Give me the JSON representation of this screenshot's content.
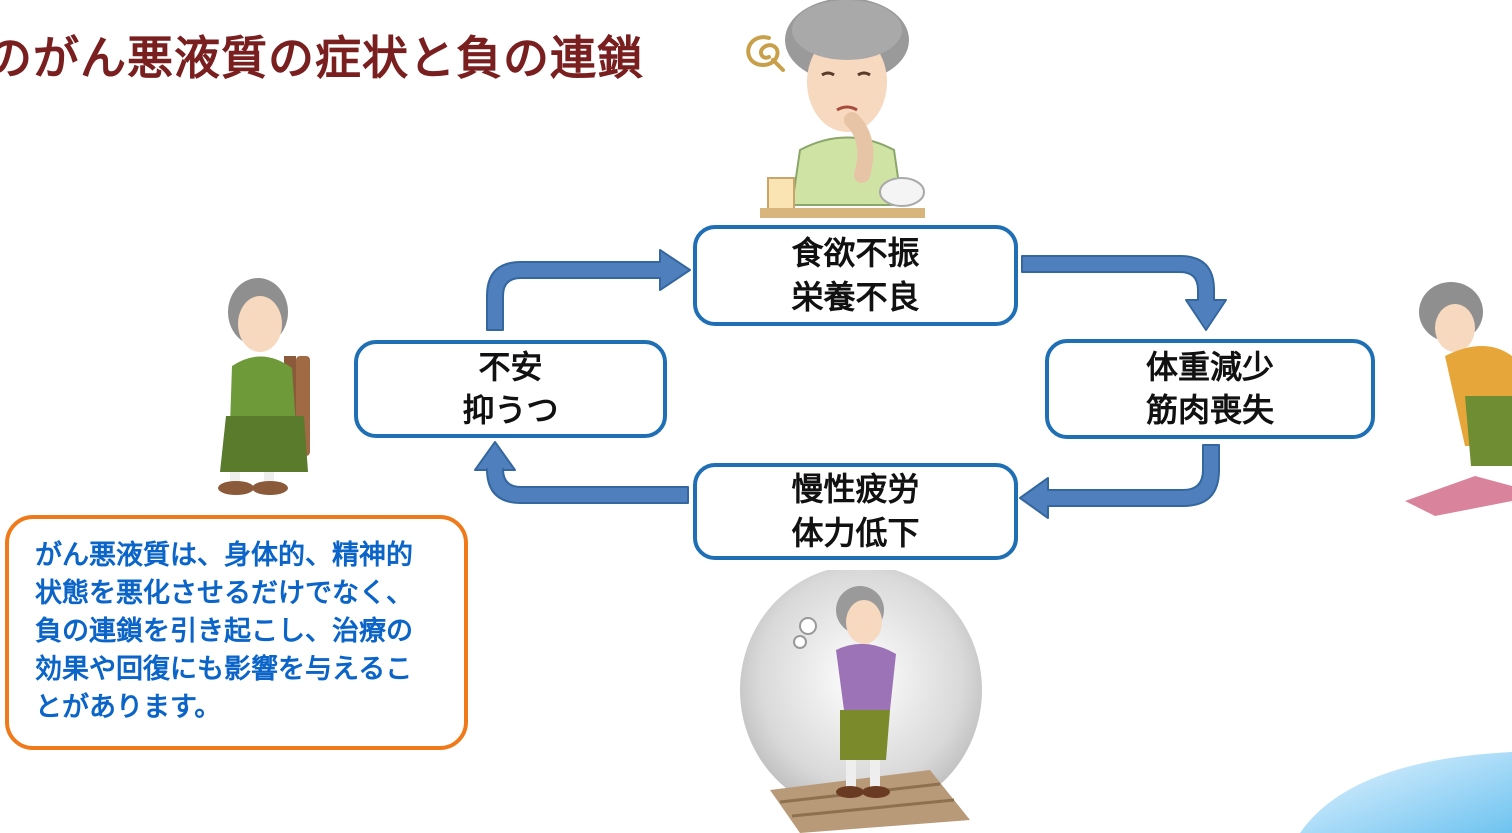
{
  "title": "のがん悪液質の症状と負の連鎖",
  "nodes": {
    "top": {
      "line1": "食欲不振",
      "line2": "栄養不良"
    },
    "right": {
      "line1": "体重減少",
      "line2": "筋肉喪失"
    },
    "bottom": {
      "line1": "慢性疲労",
      "line2": "体力低下"
    },
    "left": {
      "line1": "不安",
      "line2": "抑うつ"
    }
  },
  "note": {
    "lines": [
      "がん悪液質は、身体的、精神的",
      "状態を悪化させるだけでなく、",
      "負の連鎖を引き起こし、治療の",
      "効果や回復にも影響を与えるこ",
      "とがあります。"
    ]
  },
  "colors": {
    "title": "#7a1f1f",
    "box_border": "#1f6fb5",
    "arrow": "#4f80bd",
    "note_border": "#f07a1a",
    "note_text": "#0b64c8"
  },
  "icons": [
    "swirl-icon",
    "woman-eating-illustration",
    "woman-sitting-chair-illustration",
    "woman-on-scale-illustration",
    "woman-on-stairs-illustration"
  ]
}
